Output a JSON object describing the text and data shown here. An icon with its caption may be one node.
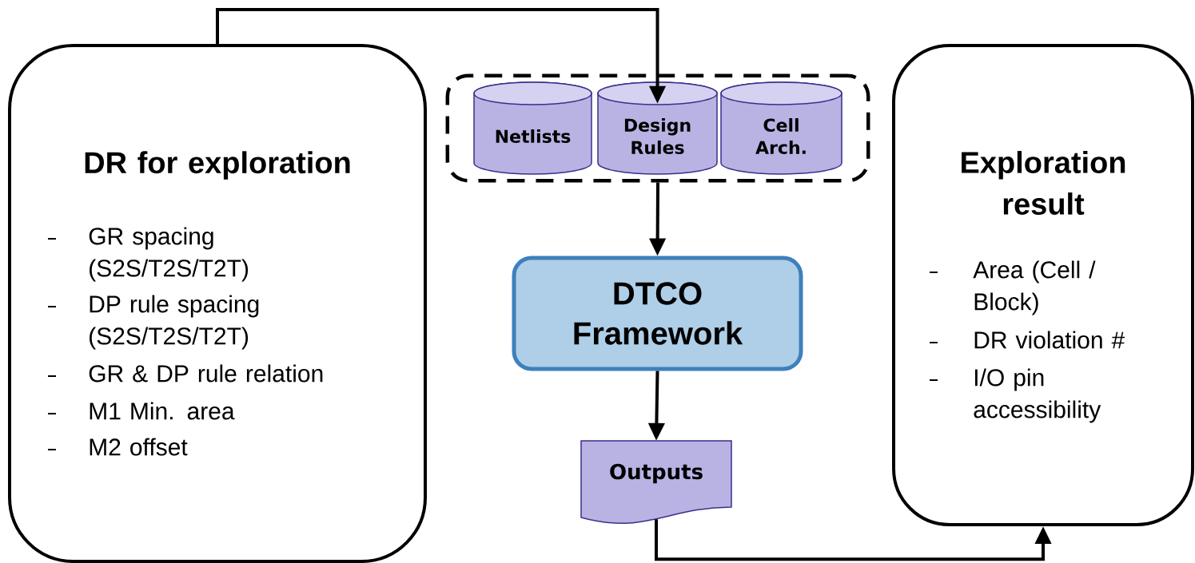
{
  "diagram": {
    "nodes": [
      {
        "text": [
          "DR for exploration",
          "GR spacing (S2S/T2S/T2T)",
          "DP rule spacing (S2S/T2S/T2T)",
          "GR & DP rule relation",
          "M1 Min. area",
          "M2 offset"
        ]
      },
      {
        "text": [],
        "shape": "box"
      },
      {
        "text": [
          "Netlists"
        ],
        "in": 1
      },
      {
        "text": [
          "Design Rules"
        ],
        "in": 1
      },
      {
        "text": [
          "Cell Arch."
        ],
        "in": 1
      },
      {
        "text": [
          "DTCO Framework"
        ]
      },
      {
        "text": [
          "Outputs"
        ]
      },
      {
        "text": [
          "Exploration result",
          "Area (Cell / Block)",
          "DR violation #",
          "I/O pin accessibility"
        ]
      }
    ],
    "edges": [
      {
        "from": 0,
        "to": 3,
        "arrow": "to"
      },
      {
        "from": 1,
        "to": 5,
        "arrow": "to"
      },
      {
        "from": 5,
        "to": 6,
        "arrow": "to"
      },
      {
        "from": 6,
        "to": 7,
        "arrow": "to"
      }
    ]
  }
}
